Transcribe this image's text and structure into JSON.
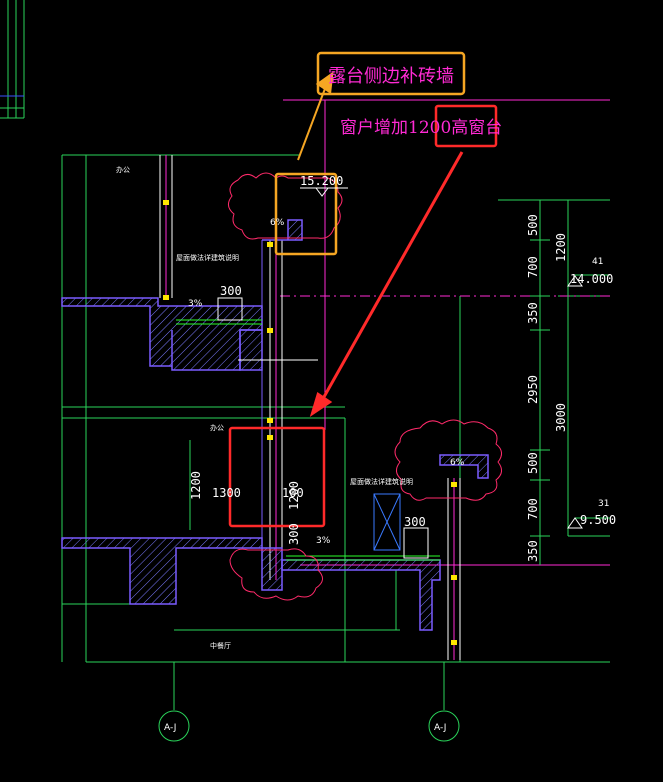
{
  "callouts": {
    "top_label": "露台侧边补砖墙",
    "window_label": "窗户增加1200高窗台",
    "colors": {
      "orange": "#f5a623",
      "red": "#ff2a2a",
      "magenta": "#ff2ad4"
    }
  },
  "rooms": {
    "office_top": "办公",
    "office_mid": "办公",
    "dining": "中餐厅"
  },
  "notes": {
    "roof_note_left": "屋面做法详建筑说明",
    "roof_note_right": "屋面做法详建筑说明"
  },
  "dims": {
    "left_v_1200": "1200",
    "left_h_1300": "1300",
    "left_h_100": "100",
    "parapet_300_top": "300",
    "parapet_300_mid": "300",
    "small_300": "300",
    "small_1200": "1200",
    "slope_top": "6%",
    "slope_right": "6%",
    "slope_left": "3%",
    "slope_mid": "3%",
    "r_500a": "500",
    "r_700a": "700",
    "r_1200": "1200",
    "r_350a": "350",
    "r_2950": "2950",
    "r_3000": "3000",
    "r_500b": "500",
    "r_700b": "700",
    "r_350b": "350"
  },
  "levels": {
    "lv_15200": "15.200",
    "lv_14000": "14.000",
    "lv_14000_tag": "41",
    "lv_9500": "9.500",
    "lv_9500_tag": "31"
  },
  "axes": {
    "axis_left": "A-J",
    "axis_right": "A-J"
  }
}
